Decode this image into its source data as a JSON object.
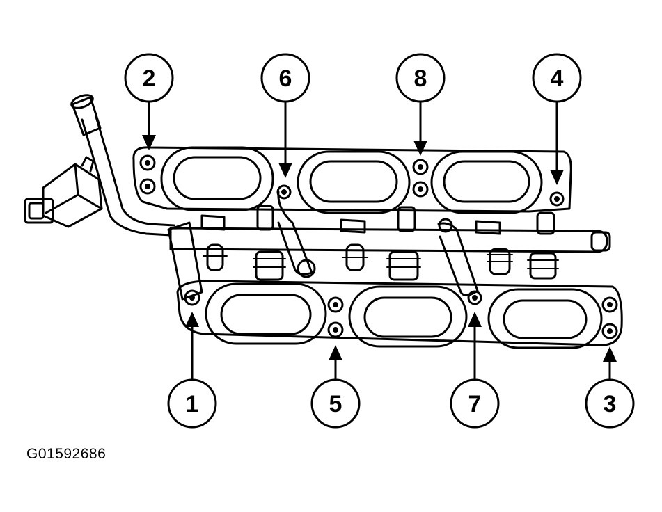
{
  "figure_id": "G01592686",
  "callouts": [
    {
      "label": "2"
    },
    {
      "label": "6"
    },
    {
      "label": "8"
    },
    {
      "label": "4"
    },
    {
      "label": "1"
    },
    {
      "label": "5"
    },
    {
      "label": "7"
    },
    {
      "label": "3"
    }
  ]
}
